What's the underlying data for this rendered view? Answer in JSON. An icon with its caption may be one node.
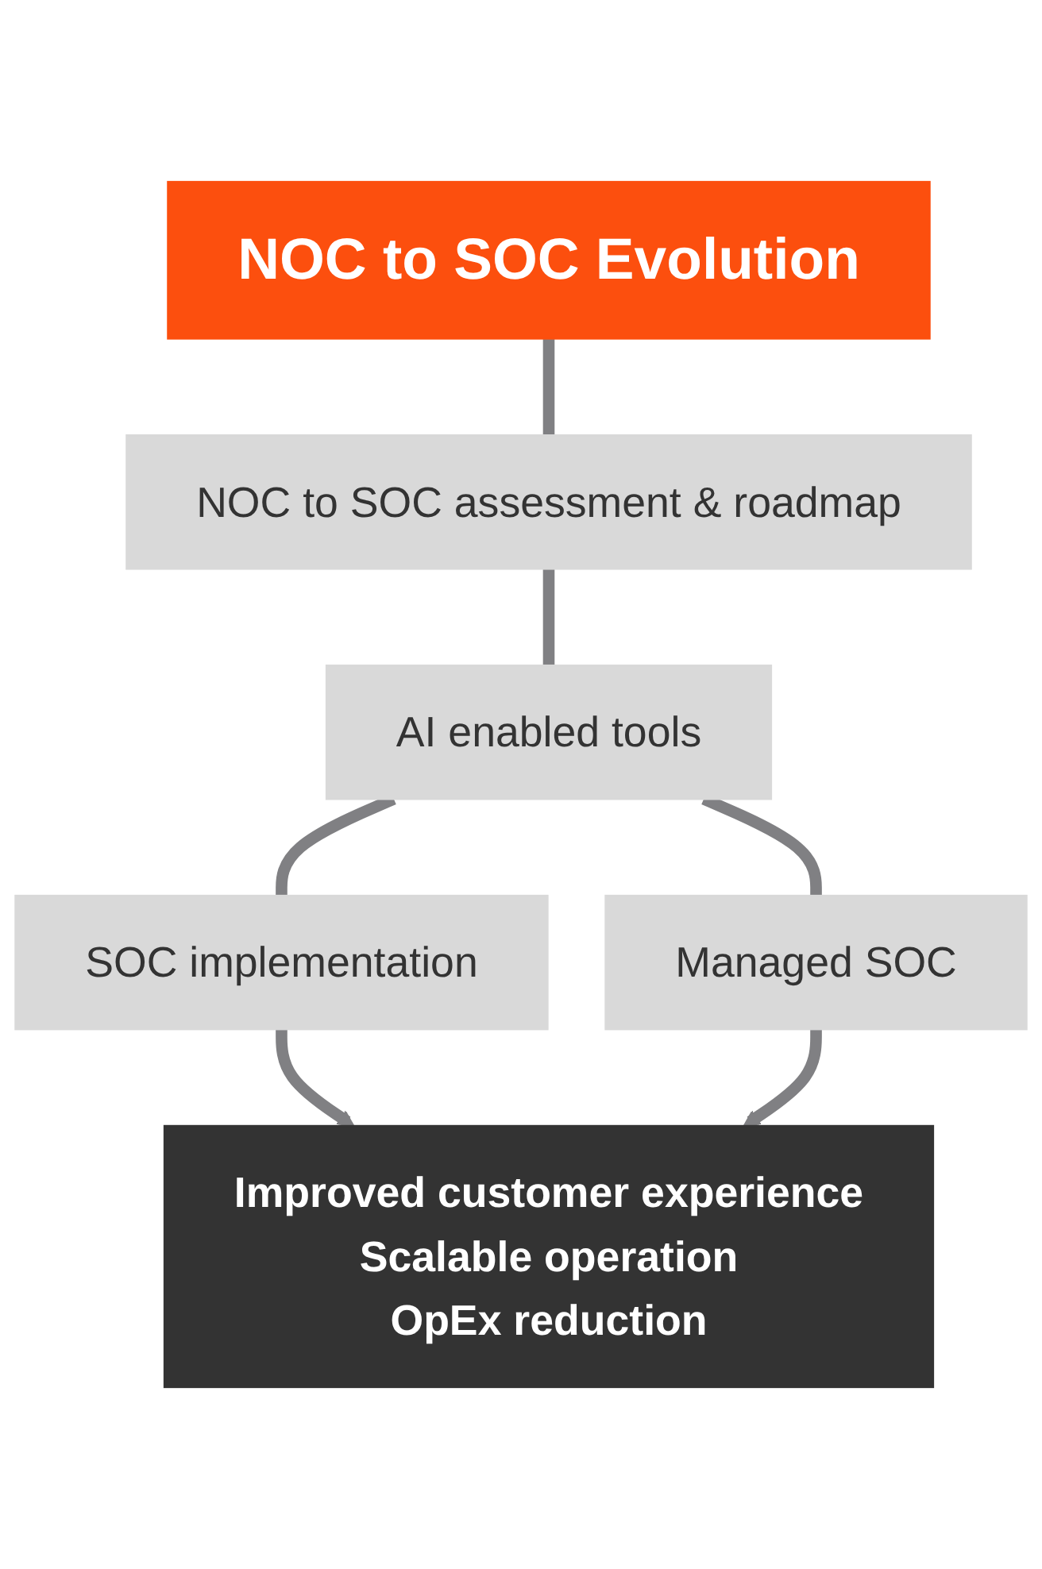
{
  "diagram": {
    "nodes": [
      {
        "text": [
          "NOC to SOC Evolution"
        ]
      },
      {
        "text": [
          "NOC to SOC assessment & roadmap"
        ]
      },
      {
        "text": [
          "AI enabled tools"
        ]
      },
      {
        "text": [
          "SOC implementation"
        ]
      },
      {
        "text": [
          "Managed SOC"
        ]
      },
      {
        "text": [
          "Improved customer experience",
          "Scalable operation",
          "OpEx reduction"
        ]
      }
    ],
    "edges": [
      {
        "from": 0,
        "to": 1,
        "arrow": "none"
      },
      {
        "from": 1,
        "to": 2,
        "arrow": "none"
      },
      {
        "from": 2,
        "to": 3,
        "arrow": "none"
      },
      {
        "from": 2,
        "to": 4,
        "arrow": "none"
      },
      {
        "from": 3,
        "to": 5,
        "arrow": "to"
      },
      {
        "from": 4,
        "to": 5,
        "arrow": "to"
      }
    ]
  }
}
